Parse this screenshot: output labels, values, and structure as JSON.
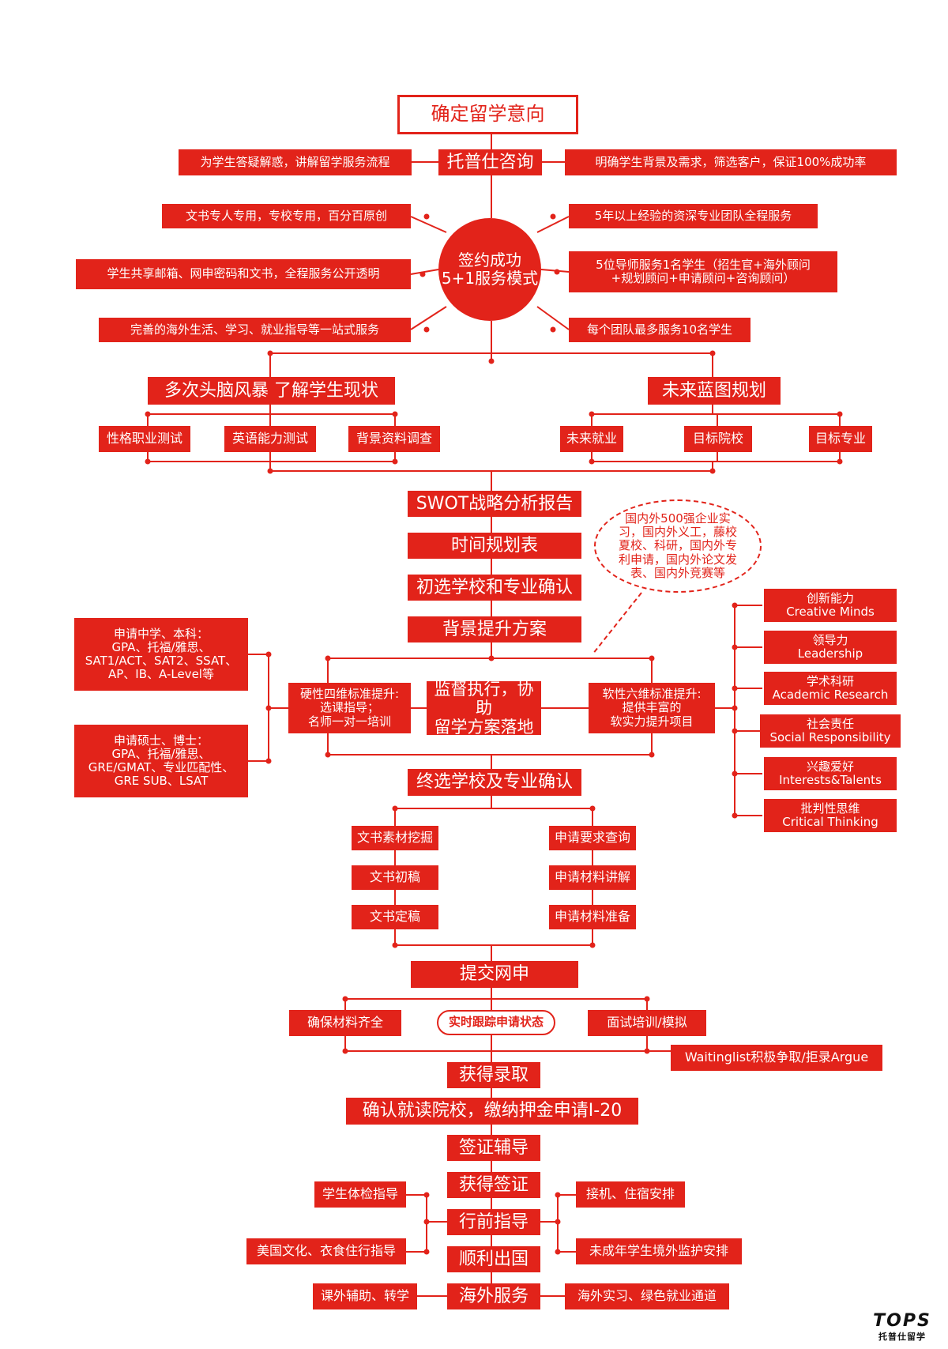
{
  "top": "确定留学意向",
  "consult": {
    "title": "托普仕咨询",
    "left": "为学生答疑解惑，讲解留学服务流程",
    "right": "明确学生背景及需求，筛选客户，保证100%成功率"
  },
  "sign": {
    "circle": "签约成功\n5+1服务模式",
    "left": [
      "文书专人专用，专校专用，百分百原创",
      "学生共享邮箱、网申密码和文书，全程服务公开透明",
      "完善的海外生活、学习、就业指导等一站式服务"
    ],
    "right": [
      "5年以上经验的资深专业团队全程服务",
      "5位导师服务1名学生（招生官+海外顾问\n+规划顾问+申请顾问+咨询顾问）",
      "每个团队最多服务10名学生"
    ]
  },
  "brain": {
    "title": "多次头脑风暴  了解学生现状",
    "items": [
      "性格职业测试",
      "英语能力测试",
      "背景资料调查"
    ]
  },
  "future": {
    "title": "未来蓝图规划",
    "items": [
      "未来就业",
      "目标院校",
      "目标专业"
    ]
  },
  "steps1": [
    "SWOT战略分析报告",
    "时间规划表",
    "初选学校和专业确认",
    "背景提升方案"
  ],
  "bubble": "国内外500强企业实\n习，国内外义工，藤校\n夏校、科研，国内外专\n利申请，国内外论文发\n表、国内外竞赛等",
  "exec": {
    "center": "监督执行，协助\n留学方案落地",
    "hard": "硬性四维标准提升:\n选课指导；\n名师一对一培训",
    "soft": "软性六维标准提升:\n提供丰富的\n软实力提升项目",
    "left": [
      "申请中学、本科：\nGPA、托福/雅思、\nSAT1/ACT、SAT2、SSAT、\nAP、IB、A-Level等",
      "申请硕士、博士：\nGPA、托福/雅思、\nGRE/GMAT、专业匹配性、\nGRE SUB、LSAT"
    ],
    "right": [
      "创新能力\nCreative Minds",
      "领导力\nLeadership",
      "学术科研\nAcademic Research",
      "社会责任\nSocial Responsibility",
      "兴趣爱好\nInterests&Talents",
      "批判性思维\nCritical Thinking"
    ]
  },
  "final": {
    "title": "终选学校及专业确认",
    "left": [
      "文书素材挖掘",
      "文书初稿",
      "文书定稿"
    ],
    "right": [
      "申请要求查询",
      "申请材料讲解",
      "申请材料准备"
    ]
  },
  "submit": {
    "title": "提交网申",
    "left": "确保材料齐全",
    "center": "实时跟踪申请状态",
    "right": "面试培训/模拟",
    "wait": "Waitinglist积极争取/拒录Argue"
  },
  "tail": [
    "获得录取",
    "确认就读院校，缴纳押金申请I-20",
    "签证辅导",
    "获得签证",
    "行前指导",
    "顺利出国",
    "海外服务"
  ],
  "tail_side": {
    "left": [
      "学生体检指导",
      "美国文化、衣食住行指导",
      "课外辅助、转学"
    ],
    "right": [
      "接机、住宿安排",
      "未成年学生境外监护安排",
      "海外实习、绿色就业通道"
    ]
  },
  "logo": {
    "mark": "TOPS",
    "sub": "托普仕留学"
  },
  "colors": {
    "primary": "#e2231a",
    "background": "#ffffff"
  }
}
